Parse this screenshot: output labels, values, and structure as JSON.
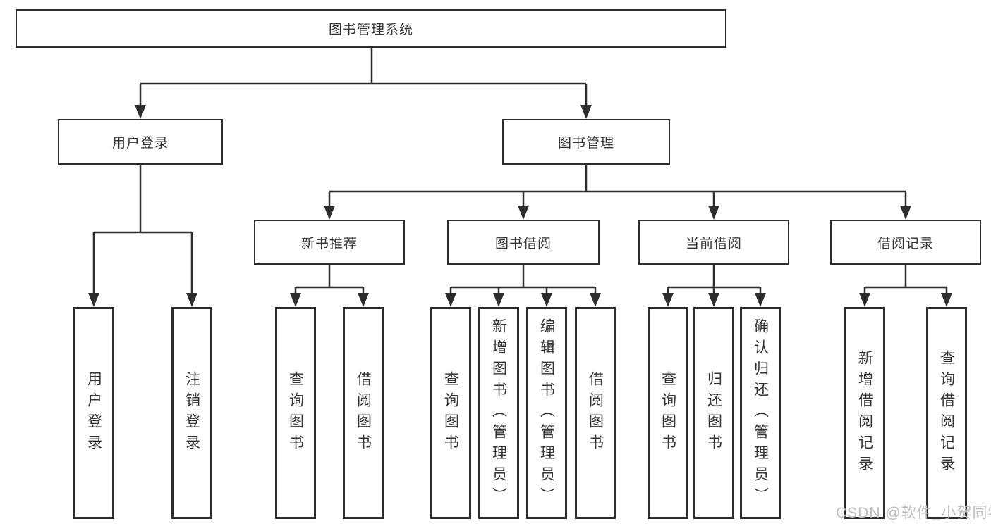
{
  "tree": {
    "root": {
      "label": "图书管理系统"
    },
    "level2": [
      {
        "label": "用户登录"
      },
      {
        "label": "图书管理"
      }
    ],
    "level3": [
      {
        "label": "新书推荐"
      },
      {
        "label": "图书借阅"
      },
      {
        "label": "当前借阅"
      },
      {
        "label": "借阅记录"
      }
    ],
    "leaves": {
      "user_login": [
        {
          "label": "用户登录"
        },
        {
          "label": "注销登录"
        }
      ],
      "new_book_recommend": [
        {
          "label": "查询图书"
        },
        {
          "label": "借阅图书"
        }
      ],
      "book_borrowing": [
        {
          "label": "查询图书"
        },
        {
          "label": "新增图书（管理员）"
        },
        {
          "label": "编辑图书（管理员）"
        },
        {
          "label": "借阅图书"
        }
      ],
      "current_borrowing": [
        {
          "label": "查询图书"
        },
        {
          "label": "归还图书"
        },
        {
          "label": "确认归还（管理员）"
        }
      ],
      "borrowing_records": [
        {
          "label": "新增借阅记录"
        },
        {
          "label": "查询借阅记录"
        }
      ]
    }
  },
  "watermark": {
    "text": "CSDN @软件_小贺同学"
  },
  "colors": {
    "line": "#2d2d2d",
    "box_border": "#2d2d2d",
    "text": "#333333",
    "watermark": "#bdbdbd",
    "background": "#ffffff"
  }
}
